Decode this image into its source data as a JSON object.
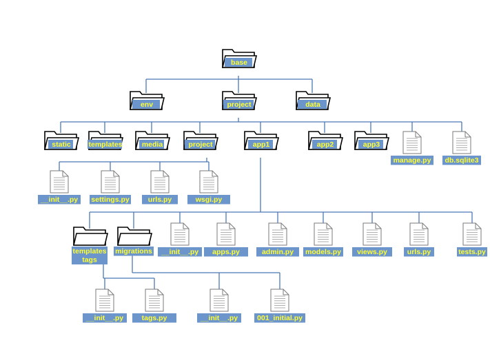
{
  "diagram": {
    "type": "folder-tree",
    "colors": {
      "label_fill": "#6c95cc",
      "label_text": "#ffff33",
      "line": "#4a78b5",
      "folder_outline": "#000000",
      "file_outline": "#7a7a7a"
    },
    "nodes": [
      {
        "id": "base",
        "kind": "folder",
        "label": "base"
      },
      {
        "id": "env",
        "kind": "folder",
        "label": "env",
        "parent": "base"
      },
      {
        "id": "project",
        "kind": "folder",
        "label": "project",
        "parent": "base"
      },
      {
        "id": "data",
        "kind": "folder",
        "label": "data",
        "parent": "base"
      },
      {
        "id": "static",
        "kind": "folder",
        "label": "static",
        "parent": "project"
      },
      {
        "id": "templates",
        "kind": "folder",
        "label": "templates",
        "parent": "project"
      },
      {
        "id": "media",
        "kind": "folder",
        "label": "media",
        "parent": "project"
      },
      {
        "id": "project2",
        "kind": "folder",
        "label": "project",
        "parent": "project"
      },
      {
        "id": "app1",
        "kind": "folder",
        "label": "app1",
        "parent": "project"
      },
      {
        "id": "app2",
        "kind": "folder",
        "label": "app2",
        "parent": "project"
      },
      {
        "id": "app3",
        "kind": "folder",
        "label": "app3",
        "parent": "project"
      },
      {
        "id": "manage",
        "kind": "file",
        "label": "manage.py",
        "parent": "project"
      },
      {
        "id": "dbsqlite",
        "kind": "file",
        "label": "db.sqlite3",
        "parent": "project"
      },
      {
        "id": "p_init",
        "kind": "file",
        "label": "__init__.py",
        "parent": "project2"
      },
      {
        "id": "p_settings",
        "kind": "file",
        "label": "settings.py",
        "parent": "project2"
      },
      {
        "id": "p_urls",
        "kind": "file",
        "label": "urls.py",
        "parent": "project2"
      },
      {
        "id": "p_wsgi",
        "kind": "file",
        "label": "wsgi.py",
        "parent": "project2"
      },
      {
        "id": "a_tt",
        "kind": "folder",
        "label": "templates tags",
        "parent": "app1"
      },
      {
        "id": "a_migr",
        "kind": "folder",
        "label": "migrations",
        "parent": "app1"
      },
      {
        "id": "a_init",
        "kind": "file",
        "label": "__init__.py",
        "parent": "app1"
      },
      {
        "id": "a_apps",
        "kind": "file",
        "label": "apps.py",
        "parent": "app1"
      },
      {
        "id": "a_admin",
        "kind": "file",
        "label": "admin.py",
        "parent": "app1"
      },
      {
        "id": "a_models",
        "kind": "file",
        "label": "models.py",
        "parent": "app1"
      },
      {
        "id": "a_views",
        "kind": "file",
        "label": "views.py",
        "parent": "app1"
      },
      {
        "id": "a_urls",
        "kind": "file",
        "label": "urls.py",
        "parent": "app1"
      },
      {
        "id": "a_tests",
        "kind": "file",
        "label": "tests.py",
        "parent": "app1"
      },
      {
        "id": "tt_init",
        "kind": "file",
        "label": "__init__.py",
        "parent": "a_tt"
      },
      {
        "id": "tt_tags",
        "kind": "file",
        "label": "tags.py",
        "parent": "a_tt"
      },
      {
        "id": "m_init",
        "kind": "file",
        "label": "__init__.py",
        "parent": "a_migr"
      },
      {
        "id": "m_initial",
        "kind": "file",
        "label": "001_initial.py",
        "parent": "a_migr"
      }
    ]
  }
}
